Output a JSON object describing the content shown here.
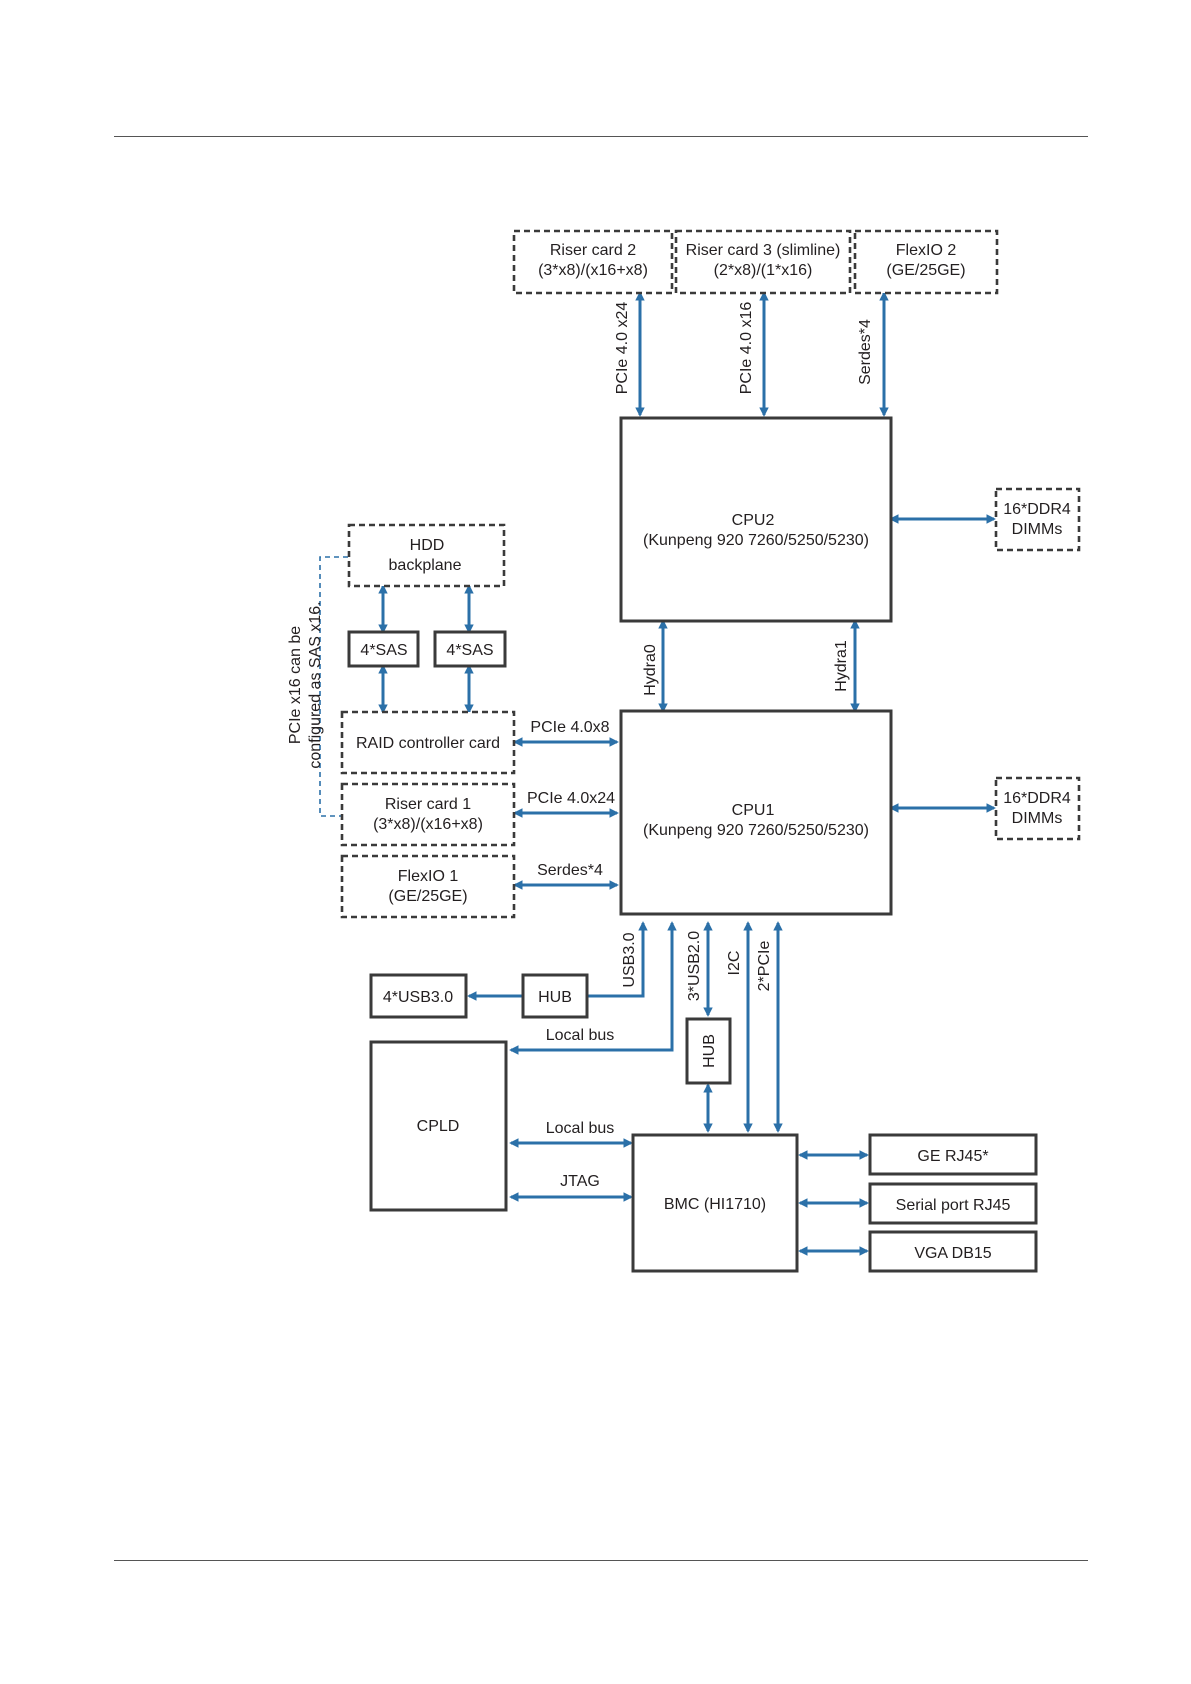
{
  "boxes": {
    "riser2": [
      "Riser card 2",
      "(3*x8)/(x16+x8)"
    ],
    "riser3": [
      "Riser card 3 (slimline)",
      "(2*x8)/(1*x16)"
    ],
    "flexio2": [
      "FlexIO 2",
      "(GE/25GE)"
    ],
    "cpu2": [
      "CPU2",
      "(Kunpeng 920 7260/5250/5230)"
    ],
    "ddr_cpu2": [
      "16*DDR4",
      "DIMMs"
    ],
    "hdd": [
      "HDD",
      "backplane"
    ],
    "sas_a": "4*SAS",
    "sas_b": "4*SAS",
    "raid": "RAID controller card",
    "riser1": [
      "Riser card 1",
      "(3*x8)/(x16+x8)"
    ],
    "flexio1": [
      "FlexIO 1",
      "(GE/25GE)"
    ],
    "cpu1": [
      "CPU1",
      "(Kunpeng 920 7260/5250/5230)"
    ],
    "ddr_cpu1": [
      "16*DDR4",
      "DIMMs"
    ],
    "usb3_port": "4*USB3.0",
    "hub_usb3": "HUB",
    "hub_usb2": "HUB",
    "cpld": "CPLD",
    "bmc": "BMC (HI1710)",
    "ge_rj45": "GE RJ45*",
    "serial_rj45": "Serial port RJ45",
    "vga": "VGA  DB15"
  },
  "links": {
    "riser2_cpu2": "PCIe 4.0 x24",
    "riser3_cpu2": "PCIe 4.0 x16",
    "flexio2_cpu2": "Serdes*4",
    "hydra0": "Hydra0",
    "hydra1": "Hydra1",
    "raid_cpu1": "PCIe 4.0x8",
    "riser1_cpu1": "PCIe 4.0x24",
    "flexio1_cpu1": "Serdes*4",
    "usb3": "USB3.0",
    "usb2": "3*USB2.0",
    "i2c": "I2C",
    "pcie2": "2*PCIe",
    "localbus_top": "Local bus",
    "localbus_bmc": "Local bus",
    "jtag": "JTAG"
  },
  "note": [
    "PCIe x16 can be",
    "configured as SAS x16."
  ],
  "colors": {
    "connector": "#2b70a8",
    "box_border": "#3a3a3a",
    "rule": "#555555"
  }
}
